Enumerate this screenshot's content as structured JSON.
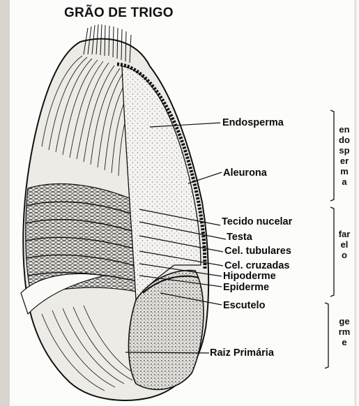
{
  "title": "GRÃO DE TRIGO",
  "labels": {
    "endosperma": "Endosperma",
    "aleurona": "Aleurona",
    "tecido_nucelar": "Tecido nucelar",
    "testa": "Testa",
    "cel_tubulares": "Cel. tubulares",
    "cel_cruzadas": "Cel. cruzadas",
    "hipoderme": "Hipoderme",
    "epiderme": "Epiderme",
    "escutelo": "Escutelo",
    "raiz_primaria": "Raiz Primária"
  },
  "groups": {
    "endosperma": "endosperma",
    "farelo": "farelo",
    "germe": "germe"
  }
}
